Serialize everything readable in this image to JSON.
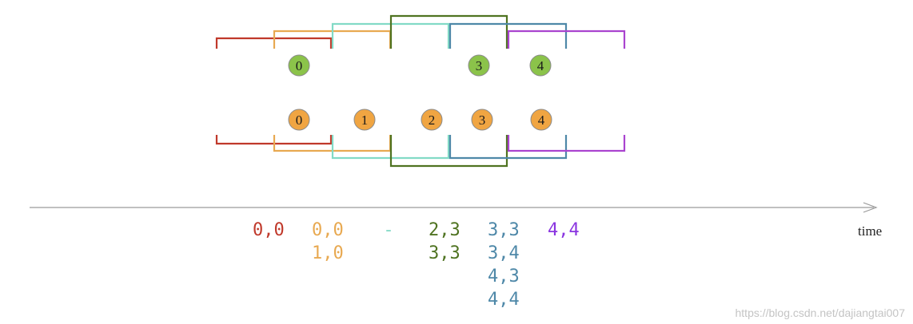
{
  "colors": {
    "window_red": "#c0392b",
    "window_orange": "#e8a951",
    "window_teal": "#82dac6",
    "window_green": "#4f7321",
    "window_blue": "#4e88a8",
    "window_purple": "#aa44cf",
    "stream_top_fill": "#8bc34a",
    "stream_bottom_fill": "#f0a542",
    "ball_stroke": "#8a8a8a",
    "axis": "#9a9a9a",
    "result_dash": "#82dac6",
    "result_purple": "#8a35e0"
  },
  "top_stream": {
    "elements": [
      "0",
      "3",
      "4"
    ]
  },
  "bottom_stream": {
    "elements": [
      "0",
      "1",
      "2",
      "3",
      "4"
    ]
  },
  "axis": {
    "label": "time"
  },
  "results": [
    {
      "color": "window_red",
      "pairs": [
        "0,0"
      ]
    },
    {
      "color": "window_orange",
      "pairs": [
        "0,0",
        "1,0"
      ]
    },
    {
      "color": "result_dash",
      "pairs": [
        "-"
      ]
    },
    {
      "color": "window_green",
      "pairs": [
        "2,3",
        "3,3"
      ]
    },
    {
      "color": "window_blue",
      "pairs": [
        "3,3",
        "3,4",
        "4,3",
        "4,4"
      ]
    },
    {
      "color": "result_purple",
      "pairs": [
        "4,4"
      ]
    }
  ],
  "watermark": "https://blog.csdn.net/dajiangtai007"
}
